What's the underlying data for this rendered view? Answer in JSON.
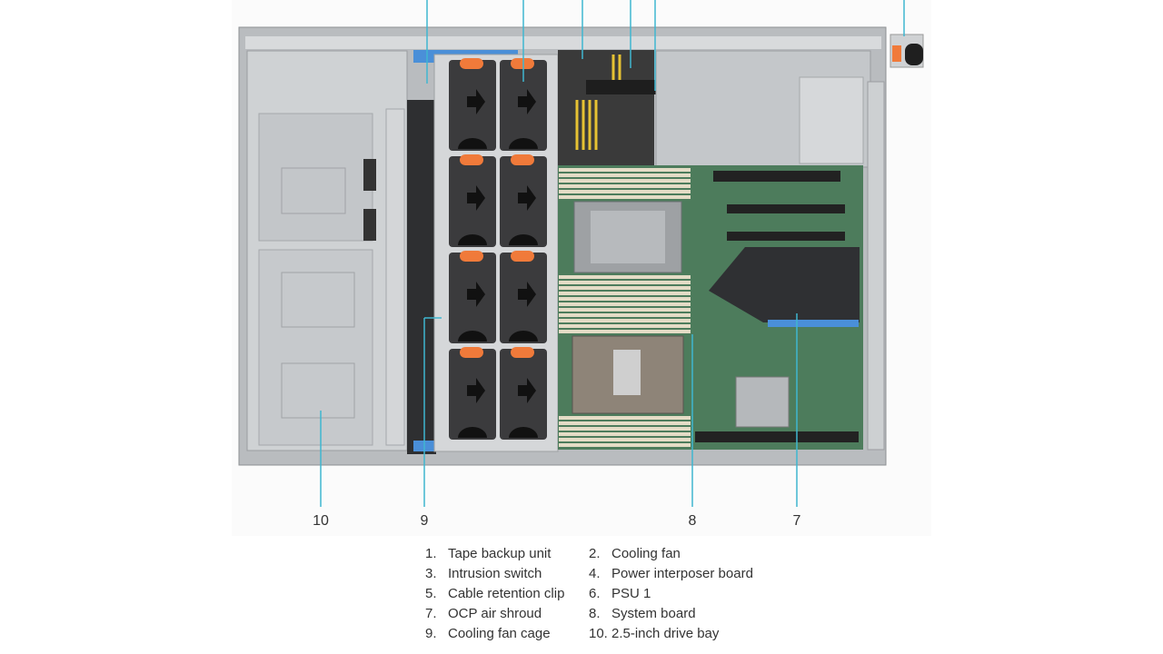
{
  "figure": {
    "bottom_callouts": [
      "10",
      "9",
      "8",
      "7"
    ],
    "callout_color": "#3fb6d0",
    "colors": {
      "chassis": "#c9ccce",
      "board": "#4d7c5c",
      "fan": "#3b3b3d",
      "fan_tab": "#f07a3a",
      "blue_tab": "#4a8fd8"
    }
  },
  "legend": [
    {
      "num": "1.",
      "label": "Tape backup unit"
    },
    {
      "num": "2.",
      "label": "Cooling fan"
    },
    {
      "num": "3.",
      "label": "Intrusion switch"
    },
    {
      "num": "4.",
      "label": "Power interposer board"
    },
    {
      "num": "5.",
      "label": "Cable retention clip"
    },
    {
      "num": "6.",
      "label": "PSU 1"
    },
    {
      "num": "7.",
      "label": "OCP air shroud"
    },
    {
      "num": "8.",
      "label": "System board"
    },
    {
      "num": "9.",
      "label": "Cooling fan cage"
    },
    {
      "num": "10.",
      "label": "2.5-inch drive bay"
    }
  ]
}
